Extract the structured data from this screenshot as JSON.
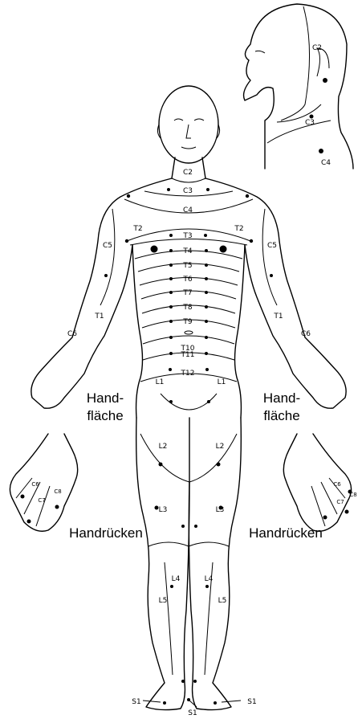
{
  "captions": {
    "palm_left_1": "Hand-",
    "palm_left_2": "fläche",
    "palm_right_1": "Hand-",
    "palm_right_2": "fläche",
    "back_left": "Handrücken",
    "back_right": "Handrücken"
  },
  "head_inset": {
    "c2": "C2",
    "c3": "C3",
    "c4": "C4"
  },
  "dermatomes": {
    "neck": [
      "C2",
      "C3",
      "C4"
    ],
    "thoracic": [
      "T3",
      "T4",
      "T5",
      "T6",
      "T7",
      "T8",
      "T9",
      "T10",
      "T11",
      "T12"
    ],
    "t2_left": "T2",
    "t2_right": "T2",
    "c5_left": "C5",
    "c5_right": "C5",
    "t1_left": "T1",
    "t1_right": "T1",
    "c6_left": "C6",
    "c6_right": "C6",
    "l1_left": "L1",
    "l1_right": "L1",
    "l2_left": "L2",
    "l2_right": "L2",
    "l3_left": "L3",
    "l3_right": "L3",
    "l4_left": "L4",
    "l4_right": "L4",
    "l5_left": "L5",
    "l5_right": "L5",
    "s1_left": "S1",
    "s1_mid": "S1",
    "s1_right": "S1"
  },
  "hand_back": {
    "left": [
      "C6",
      "C7",
      "C8"
    ],
    "right": [
      "C6",
      "C7",
      "C8"
    ]
  }
}
